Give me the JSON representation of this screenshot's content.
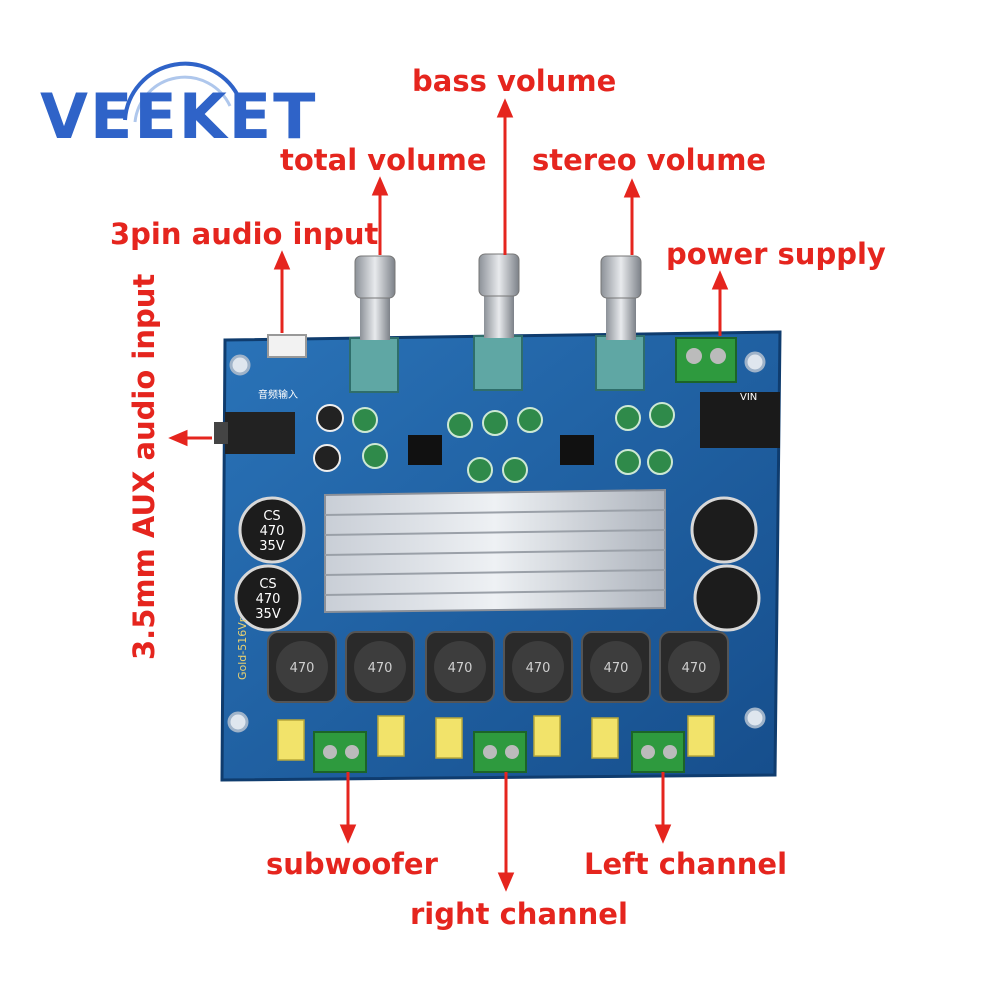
{
  "brand": {
    "logo_text": "VEEKET"
  },
  "labels": {
    "bass_volume": "bass volume",
    "total_volume": "total volume",
    "stereo_volume": "stereo volume",
    "pin_audio_input": "3pin audio input",
    "power_supply": "power supply",
    "aux_input": "3.5mm AUX audio input",
    "subwoofer": "subwoofer",
    "right_channel": "right channel",
    "left_channel": "Left channel"
  },
  "board": {
    "capacitor_text": [
      "CS",
      "470",
      "35V"
    ],
    "inductor_value": "470",
    "board_model": "Gold-516Vr",
    "vin_label": "VIN",
    "input_chinese": "音频输入"
  },
  "colors": {
    "label_red": "#e5251e",
    "logo_blue": "#2f63c8",
    "pcb_blue": "#1f5fa3",
    "knob_teal": "#5fa7a4",
    "terminal_green": "#2e9a3e"
  }
}
